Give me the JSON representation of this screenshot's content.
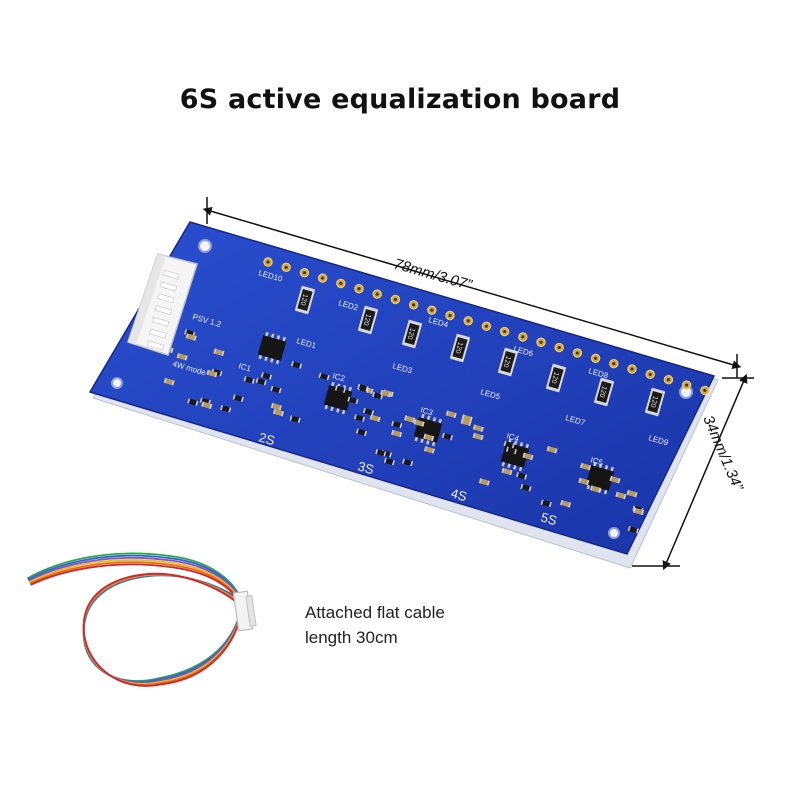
{
  "title": "6S active equalization board",
  "dimensions": {
    "length": "78mm/3.07”",
    "width": "34mm/1.34”"
  },
  "caption": {
    "line1": "Attached flat cable",
    "line2": "length 30cm"
  },
  "board": {
    "version": "PSV 1.2",
    "mode_label": "4W mode",
    "cell_labels": [
      "2S",
      "3S",
      "4S",
      "5S"
    ],
    "resistor_marking": "120",
    "led_labels": [
      "LED1",
      "LED2",
      "LED3",
      "LED4",
      "LED5",
      "LED6",
      "LED7",
      "LED8",
      "LED9",
      "LED10"
    ],
    "ic_labels": [
      "IC1",
      "IC2",
      "IC3",
      "IC4",
      "IC5"
    ],
    "colors": {
      "pcb": "#1f3fb8",
      "pcb_edge": "#c9d2e6",
      "pad": "#d9a934"
    }
  },
  "cable": {
    "wire_colors": [
      "#2aa84a",
      "#2d67d6",
      "#8a4fc7",
      "#e2c21a",
      "#e06a1e",
      "#d2252a"
    ]
  }
}
